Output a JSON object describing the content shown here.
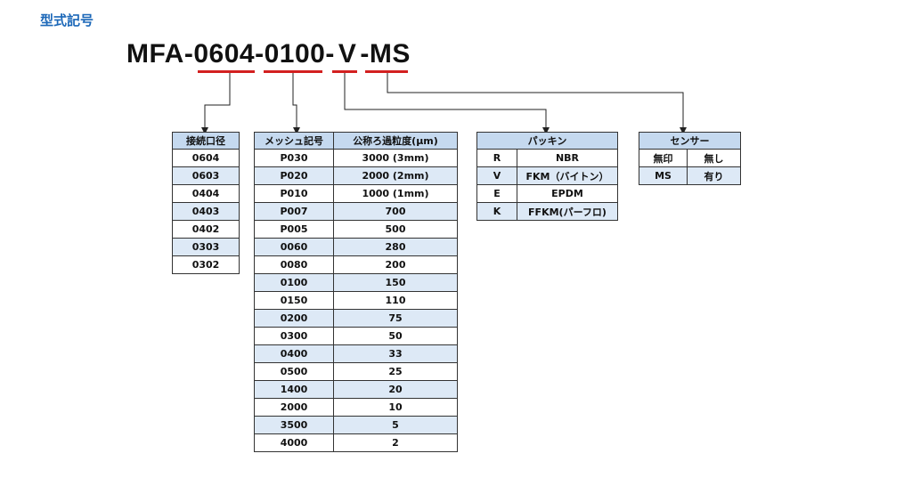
{
  "section_title": "型式記号",
  "model_code": {
    "prefix": "MFA-",
    "connection": "0604",
    "sep1": "-",
    "mesh": "0100",
    "sep2": "-",
    "packing": "V",
    "sep3": "-",
    "sensor": "MS"
  },
  "connection_table": {
    "header": "接続口径",
    "rows": [
      "0604",
      "0603",
      "0404",
      "0403",
      "0402",
      "0303",
      "0302"
    ]
  },
  "mesh_table": {
    "headers": [
      "メッシュ記号",
      "公称ろ過粒度(μm)"
    ],
    "rows": [
      [
        "P030",
        "3000 (3mm)"
      ],
      [
        "P020",
        "2000 (2mm)"
      ],
      [
        "P010",
        "1000 (1mm)"
      ],
      [
        "P007",
        "700"
      ],
      [
        "P005",
        "500"
      ],
      [
        "0060",
        "280"
      ],
      [
        "0080",
        "200"
      ],
      [
        "0100",
        "150"
      ],
      [
        "0150",
        "110"
      ],
      [
        "0200",
        "75"
      ],
      [
        "0300",
        "50"
      ],
      [
        "0400",
        "33"
      ],
      [
        "0500",
        "25"
      ],
      [
        "1400",
        "20"
      ],
      [
        "2000",
        "10"
      ],
      [
        "3500",
        "5"
      ],
      [
        "4000",
        "2"
      ]
    ]
  },
  "packing_table": {
    "header": "パッキン",
    "rows": [
      [
        "R",
        "NBR"
      ],
      [
        "V",
        "FKM（バイトン）"
      ],
      [
        "E",
        "EPDM"
      ],
      [
        "K",
        "FFKM(パーフロ)"
      ]
    ]
  },
  "sensor_table": {
    "header": "センサー",
    "rows": [
      [
        "無印",
        "無し"
      ],
      [
        "MS",
        "有り"
      ]
    ]
  }
}
